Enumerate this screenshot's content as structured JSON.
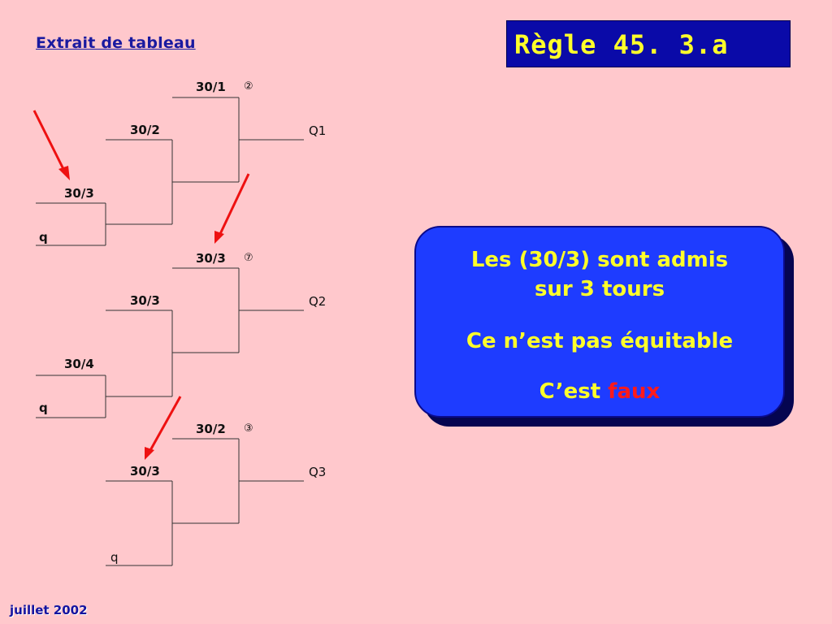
{
  "slide": {
    "subtitle": "Extrait de tableau",
    "title": "Règle 45. 3.a",
    "footer": "juillet 2002"
  },
  "info_box": {
    "line1": "Les (30/3) sont admis",
    "line1b": "sur 3 tours",
    "line2": "Ce n’est pas équitable",
    "line3_prefix": "C’est ",
    "line3_highlight": "faux"
  },
  "brackets": [
    {
      "top_label": "30/1",
      "seed": "②",
      "mid_label": "30/2",
      "low_label": "30/3",
      "q_label": "q",
      "result": "Q1"
    },
    {
      "top_label": "30/3",
      "seed": "⑦",
      "mid_label": "30/3",
      "low_label": "30/4",
      "q_label": "q",
      "result": "Q2"
    },
    {
      "top_label": "30/2",
      "seed": "③",
      "mid_label": "30/3",
      "q_label": "q",
      "result": "Q3"
    }
  ],
  "colors": {
    "background": "#ffc8cc",
    "title_bg": "#0a0aa8",
    "title_text": "#ffff2a",
    "info_bg": "#1e3cff",
    "highlight": "#ff1a1a",
    "arrow": "#ee1111",
    "subtitle": "#1a1aa0"
  }
}
